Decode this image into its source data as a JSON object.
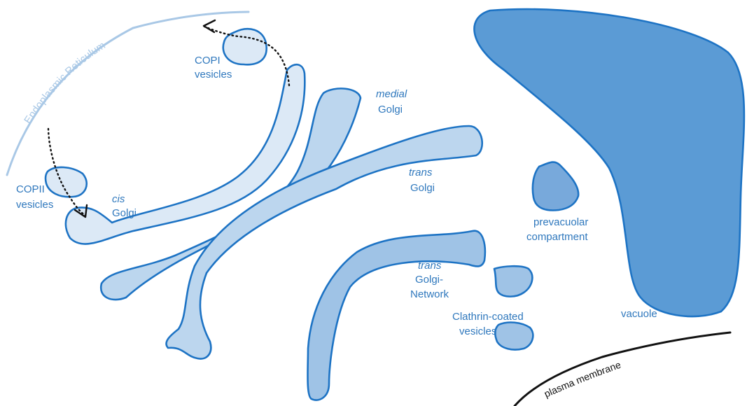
{
  "labels": {
    "er": "Endoplasmic Reticulum",
    "copi": [
      "COPI",
      "vesicles"
    ],
    "copii": [
      "COPII",
      "vesicles"
    ],
    "cis": [
      "cis",
      "Golgi"
    ],
    "medial": [
      "medial",
      "Golgi"
    ],
    "trans": [
      "trans",
      "Golgi"
    ],
    "tgn": [
      "trans",
      "Golgi-",
      "Network"
    ],
    "prevacuolar": [
      "prevacuolar",
      "compartment"
    ],
    "clathrin": [
      "Clathrin-coated",
      "vesicles"
    ],
    "vacuole": "vacuole",
    "plasma_membrane": "plasma membrane"
  },
  "colors": {
    "outline": "#1d73c4",
    "label": "#2f78bd",
    "er_membrane": "#a9c8e6",
    "fill_light": "#dce9f6",
    "fill_medium": "#bcd6ee",
    "fill_darker": "#9fc3e6",
    "fill_prevacuolar": "#78a9db",
    "fill_vacuole": "#5b9bd5",
    "plasma_membrane": "#111111"
  }
}
